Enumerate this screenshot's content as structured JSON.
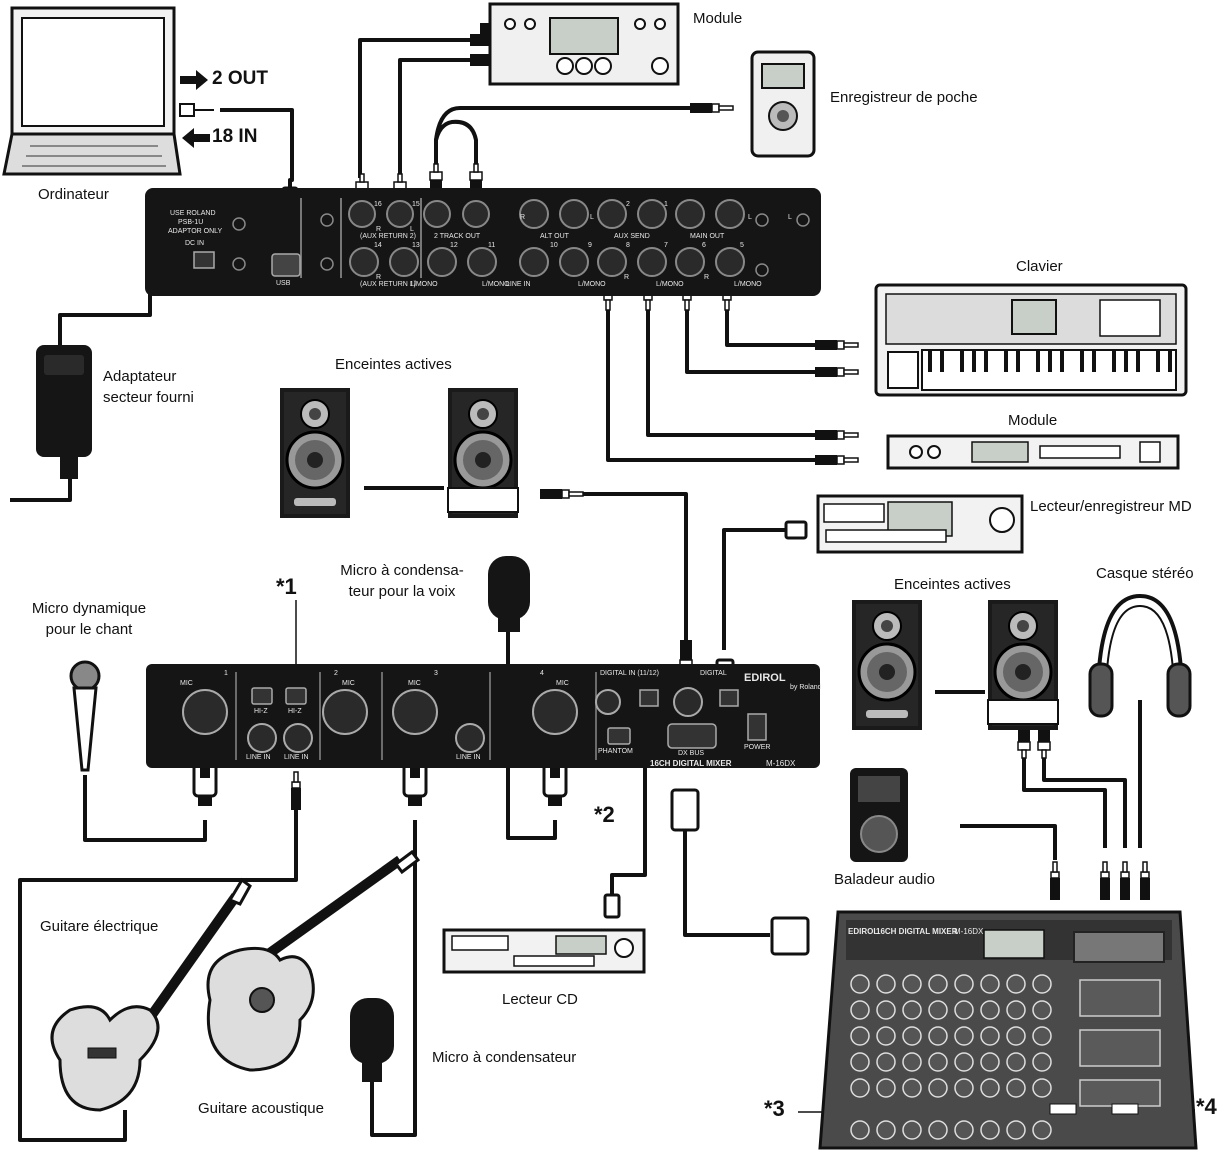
{
  "labels": {
    "module_top": "Module",
    "pocket_recorder": "Enregistreur de poche",
    "computer": "Ordinateur",
    "out_2": "2 OUT",
    "in_18": "18 IN",
    "adapter_line1": "Adaptateur",
    "adapter_line2": "secteur fourni",
    "keyboard": "Clavier",
    "active_speakers_1": "Enceintes actives",
    "module_rack": "Module",
    "md_recorder": "Lecteur/enregistreur MD",
    "active_speakers_2": "Enceintes actives",
    "headphones": "Casque stéréo",
    "condenser_vocal_line1": "Micro à condensa-",
    "condenser_vocal_line2": "teur pour la voix",
    "dynamic_mic_line1": "Micro dynamique",
    "dynamic_mic_line2": "pour le chant",
    "audio_player": "Baladeur audio",
    "electric_guitar": "Guitare électrique",
    "cd_player": "Lecteur CD",
    "condenser_mic": "Micro à condensateur",
    "acoustic_guitar": "Guitare acoustique",
    "note_1": "*1",
    "note_2": "*2",
    "note_3": "*3",
    "note_4": "*4"
  },
  "rear_panel": {
    "adaptor_line1": "USE ROLAND",
    "adaptor_line2": "PSB-1U",
    "adaptor_line3": "ADAPTOR ONLY",
    "dc_in": "DC IN",
    "usb": "USB",
    "aux_return_2": "(AUX RETURN 2)",
    "aux_return_1": "(AUX RETURN 1)",
    "two_track_out": "2 TRACK OUT",
    "alt_out": "ALT OUT",
    "aux_send": "AUX SEND",
    "main_out": "MAIN OUT",
    "line_in": "LINE IN",
    "mono": "L/MONO",
    "r": "R",
    "l": "L",
    "n16": "16",
    "n15": "15",
    "n14": "14",
    "n13": "13",
    "n12": "12",
    "n11": "11",
    "n10": "10",
    "n9": "9",
    "n8": "8",
    "n7": "7",
    "n6": "6",
    "n5": "5",
    "n2": "2",
    "n1": "1"
  },
  "front_panel": {
    "mic": "MIC",
    "hi_z": "HI-Z",
    "line_in": "LINE IN",
    "ch1": "1",
    "ch2": "2",
    "ch3": "3",
    "ch4": "4",
    "digital_in": "DIGITAL IN (11/12)",
    "digital": "DIGITAL",
    "phantom": "PHANTOM",
    "dx_bus": "DX BUS",
    "power": "POWER",
    "brand": "EDIROL",
    "brand_sub": "by Roland",
    "model_name": "16CH DIGITAL MIXER",
    "model_code": "M-16DX"
  },
  "controller": {
    "brand": "EDIROL",
    "model_name": "16CH DIGITAL MIXER",
    "model_code": "M-16DX"
  },
  "colors": {
    "device": "#151515",
    "cable": "#111111",
    "panel_text": "#e8e8e8",
    "screen": "#c8cfc8"
  }
}
